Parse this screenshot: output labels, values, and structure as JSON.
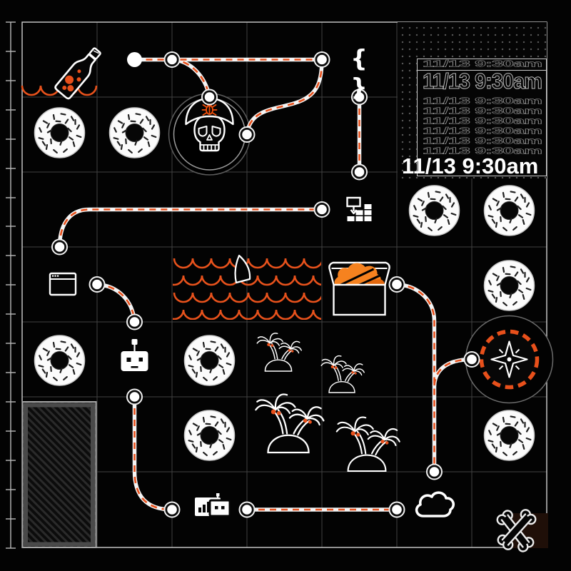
{
  "timestamp_panel": {
    "text": "11/13 9:30am",
    "echo_rows": 8
  },
  "glyphs": {
    "braces": "{ }"
  },
  "colors": {
    "background": "#030303",
    "grid_line": "#454545",
    "outer_border": "#d0d0d0",
    "accent_orange": "#f6821f",
    "rope_orange": "#e8501b",
    "wave_orange": "#e8521c",
    "white": "#ffffff"
  },
  "map_elements": [
    {
      "name": "message-bottle-icon",
      "cell": "A1"
    },
    {
      "name": "waterline-waves",
      "cell": "A1"
    },
    {
      "name": "rope-path-start-dot",
      "cell": "B1"
    },
    {
      "name": "curly-braces-icon",
      "cell": "E1"
    },
    {
      "name": "timestamp-panel",
      "cell": "F1-G2"
    },
    {
      "name": "donut-icon",
      "cells": [
        "A2",
        "B2",
        "F3",
        "G3",
        "G4",
        "A5",
        "C5",
        "C6",
        "G6"
      ]
    },
    {
      "name": "pirate-skull-icon",
      "cell": "C2"
    },
    {
      "name": "firewall-icon",
      "cell": "E3"
    },
    {
      "name": "browser-window-icon",
      "cell": "A4"
    },
    {
      "name": "shark-fin-wave-field",
      "cell": "C4-D4"
    },
    {
      "name": "treasure-chest-cloud-icon",
      "cell": "E4"
    },
    {
      "name": "robot-icon",
      "cell": "B5"
    },
    {
      "name": "palm-island-icon",
      "cells": [
        "D5",
        "E5",
        "D6",
        "E6"
      ]
    },
    {
      "name": "compass-icon",
      "cell": "G5"
    },
    {
      "name": "hatched-block",
      "cell": "A6-A7"
    },
    {
      "name": "bot-analytics-icon",
      "cell": "C7"
    },
    {
      "name": "cloud-icon",
      "cell": "F7"
    },
    {
      "name": "crossed-bones-icon",
      "cell": "G7"
    }
  ]
}
